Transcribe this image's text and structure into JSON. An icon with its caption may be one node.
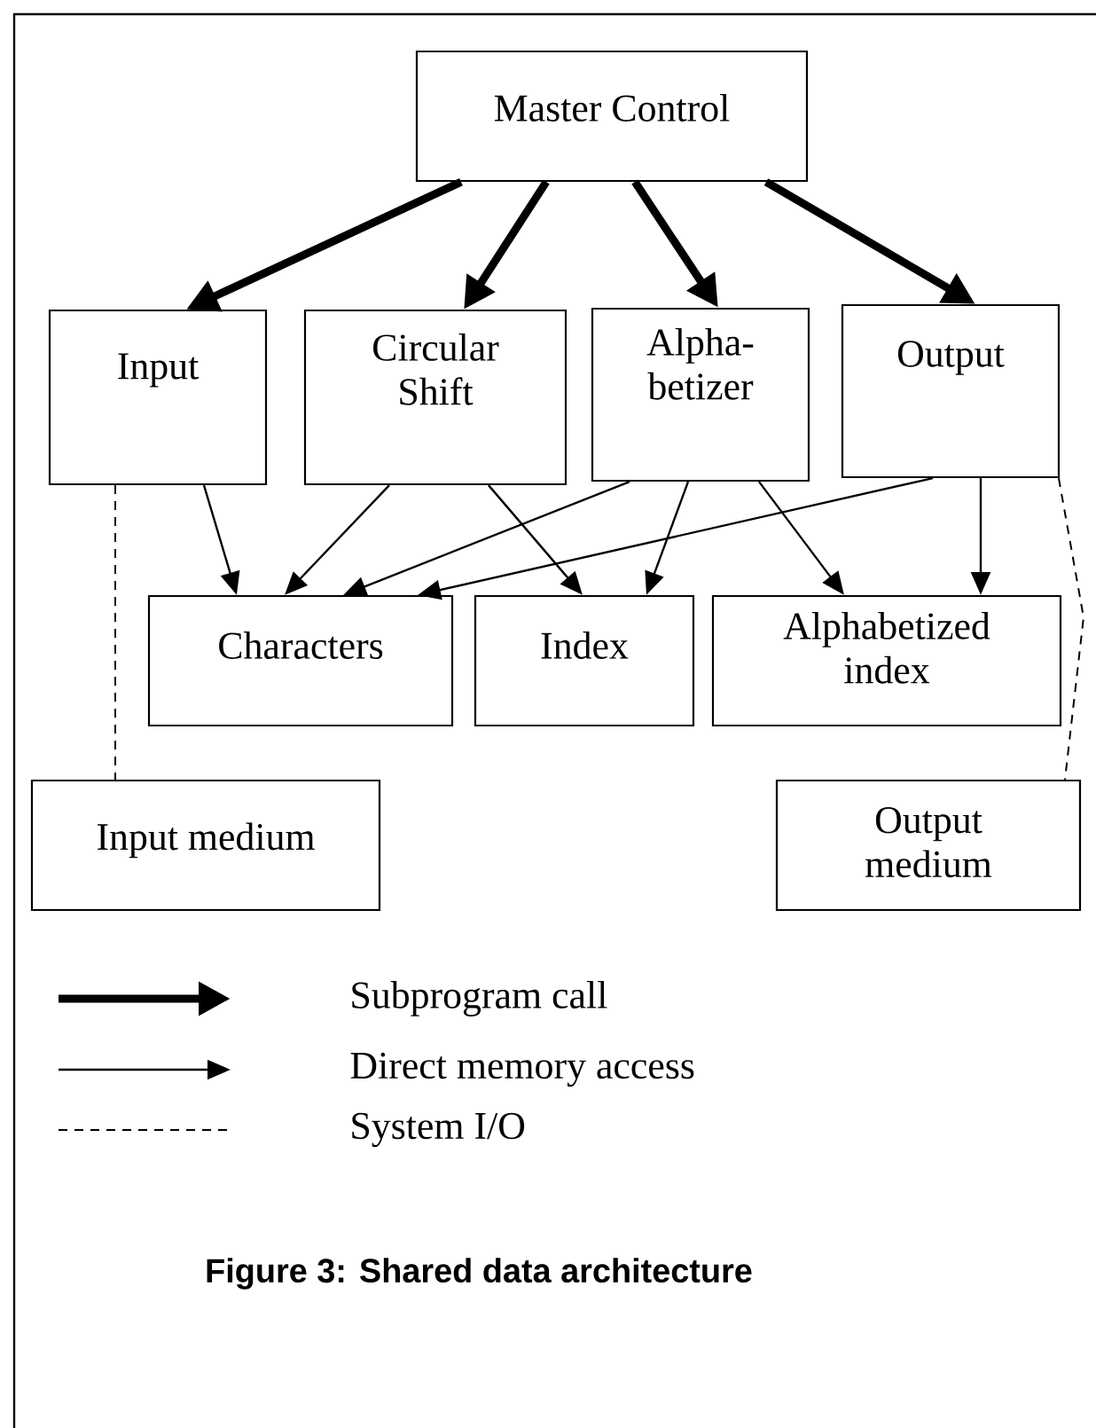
{
  "diagram": {
    "caption": "Figure 3: Shared data architecture",
    "nodes": [
      {
        "text": [
          "Master Control"
        ]
      },
      {
        "text": [
          "Input"
        ]
      },
      {
        "text": [
          "Circular Shift"
        ]
      },
      {
        "text": [
          "Alpha- betizer"
        ]
      },
      {
        "text": [
          "Output"
        ]
      },
      {
        "text": [
          "Characters"
        ]
      },
      {
        "text": [
          "Index"
        ]
      },
      {
        "text": [
          "Alphabetized index"
        ]
      },
      {
        "text": [
          "Input medium"
        ]
      },
      {
        "text": [
          "Output medium"
        ]
      }
    ],
    "edges": [
      {
        "from": 0,
        "to": 1,
        "arrow": "to",
        "style": "thick"
      },
      {
        "from": 0,
        "to": 2,
        "arrow": "to",
        "style": "thick"
      },
      {
        "from": 0,
        "to": 3,
        "arrow": "to",
        "style": "thick"
      },
      {
        "from": 0,
        "to": 4,
        "arrow": "to",
        "style": "thick"
      },
      {
        "from": 1,
        "to": 5,
        "arrow": "to"
      },
      {
        "from": 2,
        "to": 5,
        "arrow": "to"
      },
      {
        "from": 2,
        "to": 6,
        "arrow": "to"
      },
      {
        "from": 3,
        "to": 5,
        "arrow": "to"
      },
      {
        "from": 3,
        "to": 6,
        "arrow": "to"
      },
      {
        "from": 3,
        "to": 7,
        "arrow": "to"
      },
      {
        "from": 4,
        "to": 5,
        "arrow": "to"
      },
      {
        "from": 4,
        "to": 7,
        "arrow": "to"
      },
      {
        "from": 1,
        "to": 8,
        "arrow": "none",
        "style": "dashed"
      },
      {
        "from": 4,
        "to": 9,
        "arrow": "none",
        "style": "dashed"
      }
    ],
    "legend": [
      {
        "text": "Subprogram call"
      },
      {
        "text": "Direct memory access"
      },
      {
        "text": "System I/O"
      }
    ]
  }
}
